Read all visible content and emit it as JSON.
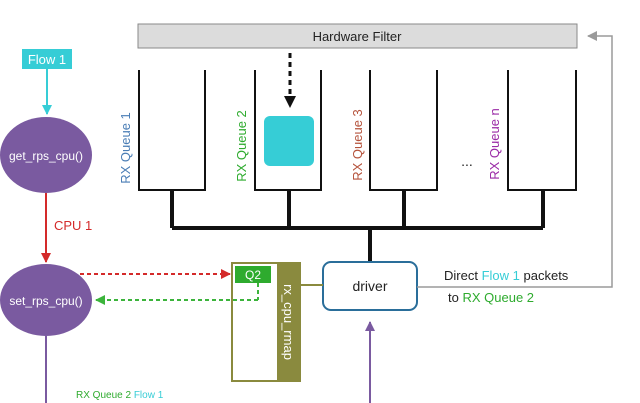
{
  "hardware_filter": {
    "label": "Hardware Filter"
  },
  "queues": [
    {
      "label": "RX Queue 1",
      "color": "#4a7db5"
    },
    {
      "label": "RX Queue 2",
      "color": "#2eab2e"
    },
    {
      "label": "RX Queue 3",
      "color": "#b5533c"
    },
    {
      "label": "...",
      "color": "#222222"
    },
    {
      "label": "RX Queue n",
      "color": "#9a2aa6"
    }
  ],
  "flow_badge": {
    "label": "Flow 1",
    "color": "#36cdd6"
  },
  "packet": {
    "color": "#36cdd6"
  },
  "functions": {
    "get_rps_cpu": "get_rps_cpu()",
    "set_rps_cpu": "set_rps_cpu()",
    "color": "#7a5aa0"
  },
  "cpu_label": {
    "text": "CPU 1",
    "color": "#d42a2a"
  },
  "driver": {
    "label": "driver",
    "border": "#2a6e9a"
  },
  "rx_cpu_rmap": {
    "label": "rx_cpu_rmap",
    "q_label": "Q2",
    "color": "#8a8a3e",
    "q_color": "#2eab2e"
  },
  "direct_note": {
    "w1": "Direct",
    "w2": "Flow 1",
    "w3": "packets",
    "w4": "to",
    "w5": "RX Queue 2"
  },
  "bottom_note": {
    "part1": "RX Queue 2",
    "part2": "Flow 1"
  },
  "colors": {
    "red_arrow": "#d42a2a",
    "green_arrow": "#3cb43c",
    "gray_arrow": "#9a9a9a"
  }
}
